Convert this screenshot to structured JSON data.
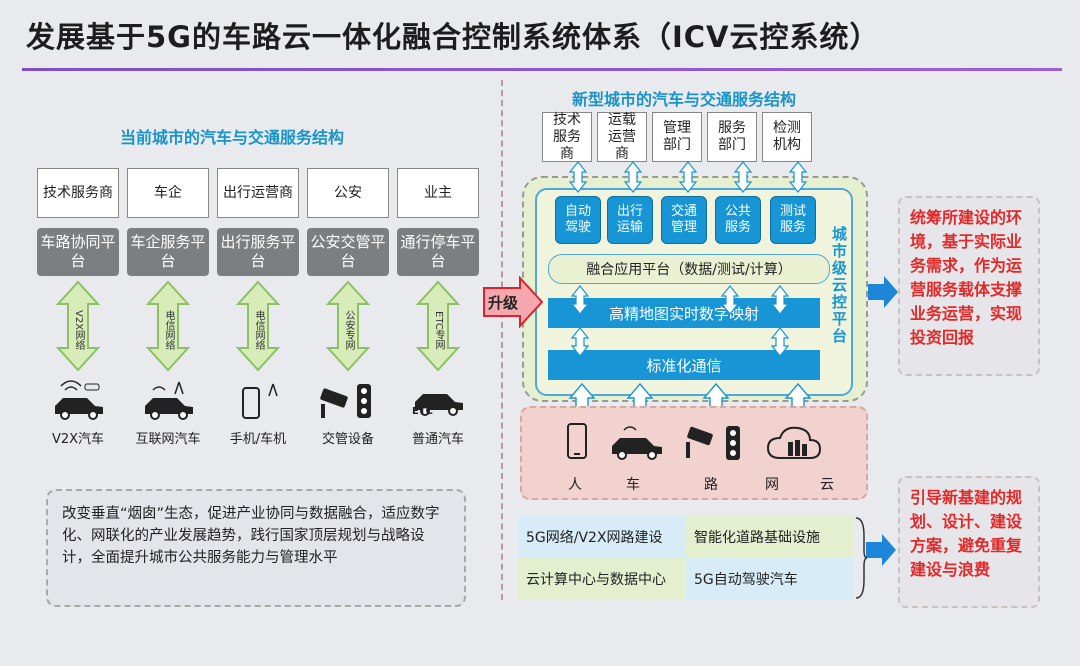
{
  "title": "发展基于5G的车路云一体化融合控制系统体系（ICV云控系统）",
  "left": {
    "heading": "当前城市的汽车与交通服务结构",
    "top_boxes": [
      "技术服务商",
      "车企",
      "出行运营商",
      "公安",
      "业主"
    ],
    "platforms": [
      "车路协同平台",
      "车企服务平台",
      "出行服务平台",
      "公安交管平台",
      "通行停车平台"
    ],
    "networks": [
      "V2X网络",
      "电信网络",
      "电信网络",
      "公安专网",
      "ETC专网"
    ],
    "devices": [
      "V2X汽车",
      "互联网汽车",
      "手机/车机",
      "交管设备",
      "普通汽车"
    ],
    "etc_tag": "ETC",
    "note": "改变垂直“烟囱”生态，促进产业协同与数据融合，适应数字化、网联化的产业发展趋势，践行国家顶层规划与战略设计，全面提升城市公共服务能力与管理水平"
  },
  "right": {
    "heading": "新型城市的汽车与交通服务结构",
    "top_boxes": [
      "技术服务商",
      "运载运营商",
      "管理部门",
      "服务部门",
      "检测机构"
    ],
    "apps": [
      "自动驾驶",
      "出行运输",
      "交通管理",
      "公共服务",
      "测试服务"
    ],
    "fusion_platform": "融合应用平台（数据/测试/计算）",
    "map_bar": "高精地图实时数字映射",
    "comm_bar": "标准化通信",
    "cloud_platform_label": "城市级云控平台",
    "upgrade": "升级",
    "bottom_items": [
      "人",
      "车",
      "路",
      "网",
      "云"
    ],
    "infra": [
      "5G网络/V2X网路建设",
      "智能化道路基础设施",
      "云计算中心与数据中心",
      "5G自动驾驶汽车"
    ],
    "side_text_1": "统筹所建设的环境，基于实际业务需求，作为运营服务载体支撑业务运营，实现投资回报",
    "side_text_2": "引导新基建的规划、设计、建设方案，避免重复建设与浪费"
  }
}
